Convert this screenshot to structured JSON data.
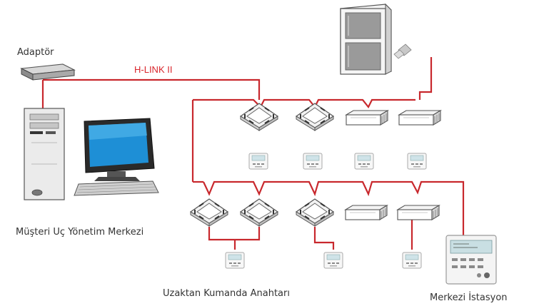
{
  "labels": {
    "adapter": "Adaptör",
    "hlink": "H-LINK II",
    "customer_center": "Müşteri Uç Yönetim Merkezi",
    "remote_switch": "Uzaktan Kumanda Anahtarı",
    "central_station": "Merkezi İstasyon"
  },
  "colors": {
    "wiring": "#c8282d",
    "hlink_text": "#d9262c",
    "label_text": "#333333"
  },
  "icons": {
    "outdoor_unit": "outdoor-unit-icon",
    "adapter": "adapter-icon",
    "computer": "computer-workstation-icon",
    "cassette_unit": "cassette-indoor-unit-icon",
    "duct_unit": "ducted-indoor-unit-icon",
    "remote_control": "remote-control-icon",
    "central_station": "central-station-icon"
  },
  "network": {
    "upper_row_units": [
      "cassette",
      "cassette",
      "duct",
      "duct"
    ],
    "lower_row_units": [
      "cassette",
      "cassette",
      "cassette",
      "duct",
      "duct"
    ],
    "upper_row_remotes": 4,
    "lower_row_remotes": 3,
    "central_stations": 1
  }
}
